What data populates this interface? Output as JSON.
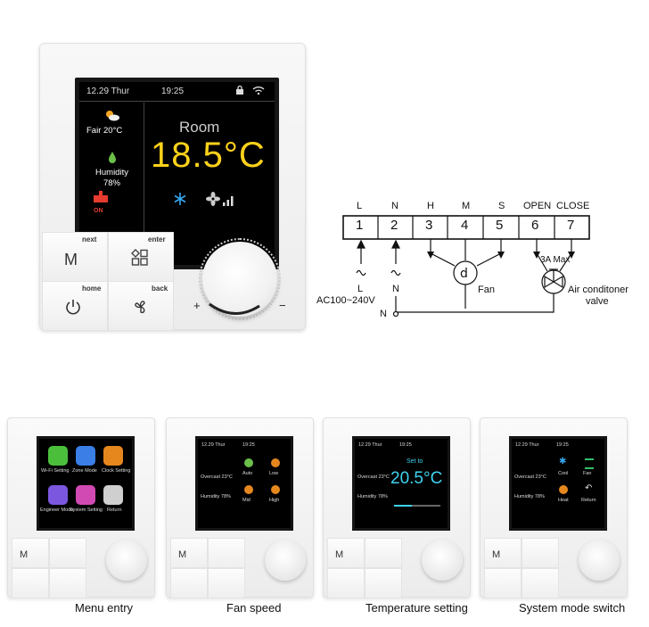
{
  "thermostat": {
    "status_bar": {
      "date": "12.29 Thur",
      "time": "19:25"
    },
    "weather": "Fair 20°C",
    "humidity_label": "Humidity",
    "humidity_value": "78%",
    "valve_status": "ON",
    "room_label": "Room",
    "room_temperature": "18.5°C",
    "keys": {
      "next": "next",
      "enter": "enter",
      "home": "home",
      "back": "back",
      "mode": "M"
    },
    "dial": {
      "plus": "+",
      "minus": "−"
    },
    "colors": {
      "temperature": "#ffd21a",
      "screen": "#000000",
      "body": "#f4f4f4"
    }
  },
  "wiring": {
    "terminals": [
      {
        "label": "L",
        "number": "1"
      },
      {
        "label": "N",
        "number": "2"
      },
      {
        "label": "H",
        "number": "3"
      },
      {
        "label": "M",
        "number": "4"
      },
      {
        "label": "S",
        "number": "5"
      },
      {
        "label": "OPEN",
        "number": "6"
      },
      {
        "label": "CLOSE",
        "number": "7"
      }
    ],
    "supply_l": "L",
    "supply_n": "N",
    "supply": "AC100~240V",
    "neutral": "N",
    "fan": "Fan",
    "valve_max": "3A Max",
    "valve_line1": "Air conditoner",
    "valve_line2": "valve"
  },
  "thumbnails": [
    {
      "caption": "Menu entry",
      "menu": [
        "Wi-Fi Setting",
        "Zone Mode",
        "Clock Setting",
        "Engineer Mode",
        "System Setting",
        "Return"
      ]
    },
    {
      "caption": "Fan speed",
      "date": "12.29 Thur",
      "time": "19:25",
      "weather": "Overcast 23°C",
      "humidity": "Humidity 78%",
      "options": [
        "Auto",
        "Low",
        "Mid",
        "High"
      ]
    },
    {
      "caption": "Temperature setting",
      "date": "12.29 Thur",
      "time": "19:25",
      "weather": "Overcast 23°C",
      "humidity": "Humidity 78%",
      "set_label": "Set to",
      "set_value": "20.5°C"
    },
    {
      "caption": "System mode switch",
      "date": "12.29 Thur",
      "time": "19:25",
      "weather": "Overcast 23°C",
      "humidity": "Humidity 78%",
      "options": [
        "Cool",
        "Fan",
        "Heat",
        "Return"
      ]
    }
  ]
}
